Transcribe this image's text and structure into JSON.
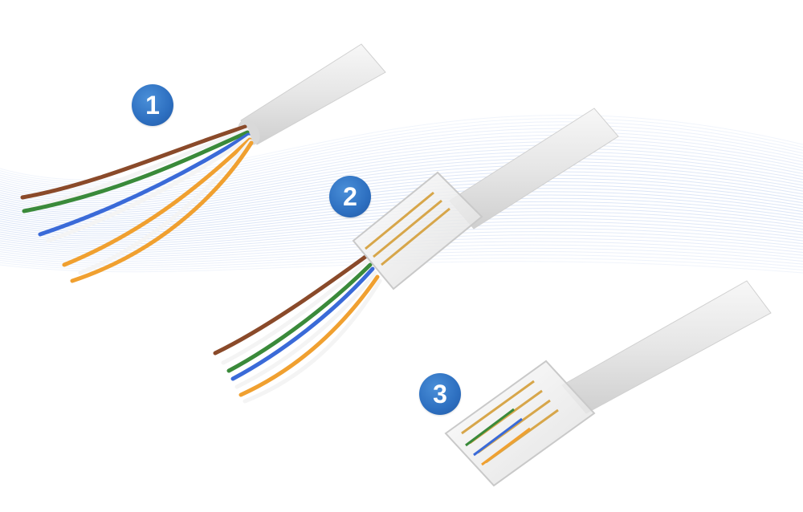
{
  "steps": [
    {
      "number": "1",
      "stage": "stripped-cable-with-loose-wires"
    },
    {
      "number": "2",
      "stage": "wires-inserted-into-rj45-plug"
    },
    {
      "number": "3",
      "stage": "crimped-rj45-connector"
    }
  ],
  "colors": {
    "badge_fill": "#2d6fc0",
    "badge_text": "#ffffff",
    "cable_jacket": "#e4e4e4",
    "wave": "#3a6fd0",
    "wire_brown": "#8a4a2a",
    "wire_green": "#3a8a3a",
    "wire_blue": "#3a6ad8",
    "wire_orange": "#f0a030",
    "wire_white": "#f4f4f4"
  }
}
